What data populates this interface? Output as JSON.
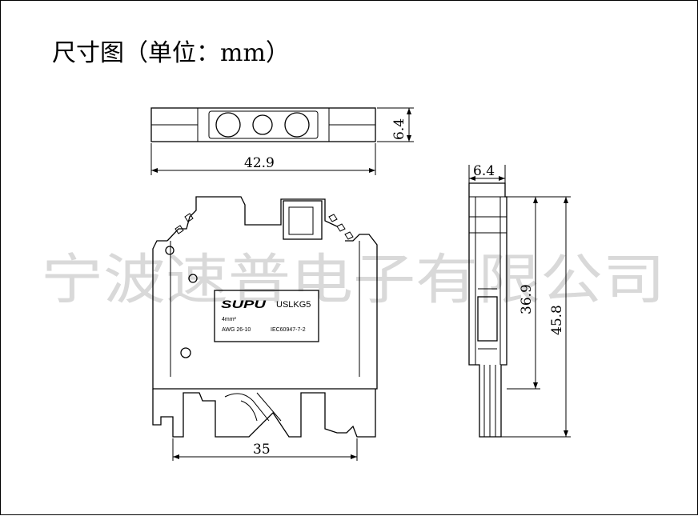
{
  "title": "尺寸图（单位：mm）",
  "watermark": "宁波速普电子有限公司",
  "top_view": {
    "width_label": "42.9",
    "height_label": "6.4"
  },
  "front_view": {
    "brand": "SUPU",
    "model": "USLKG5",
    "cross_section": "4mm²",
    "awg": "AWG 26-10",
    "standard": "IEC60947-7-2",
    "width_label": "35"
  },
  "side_view": {
    "width_label": "6.4",
    "inner_height_label": "36.9",
    "total_height_label": "45.8"
  }
}
